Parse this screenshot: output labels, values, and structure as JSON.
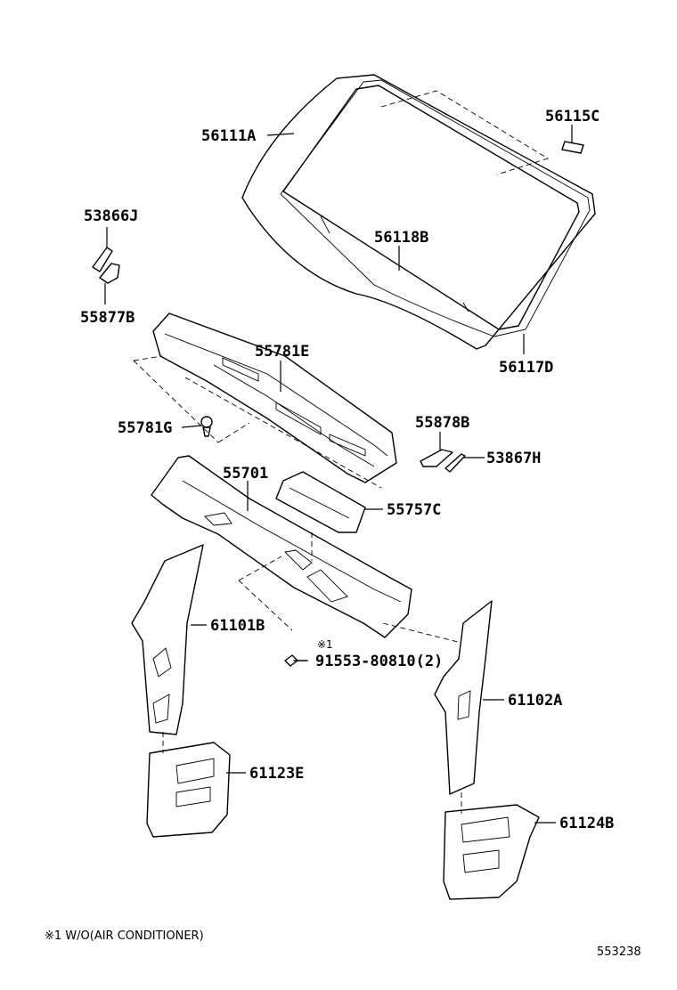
{
  "parts": [
    {
      "id": "56111A",
      "label": "56111A"
    },
    {
      "id": "56115C",
      "label": "56115C"
    },
    {
      "id": "53866J",
      "label": "53866J"
    },
    {
      "id": "56118B",
      "label": "56118B"
    },
    {
      "id": "55877B",
      "label": "55877B"
    },
    {
      "id": "55781E",
      "label": "55781E"
    },
    {
      "id": "56117D",
      "label": "56117D"
    },
    {
      "id": "55781G",
      "label": "55781G"
    },
    {
      "id": "55878B",
      "label": "55878B"
    },
    {
      "id": "53867H",
      "label": "53867H"
    },
    {
      "id": "55701",
      "label": "55701"
    },
    {
      "id": "55757C",
      "label": "55757C"
    },
    {
      "id": "61101B",
      "label": "61101B"
    },
    {
      "id": "91553",
      "label": "91553-80810(2)",
      "mark": "※1"
    },
    {
      "id": "61102A",
      "label": "61102A"
    },
    {
      "id": "61123E",
      "label": "61123E"
    },
    {
      "id": "61124B",
      "label": "61124B"
    }
  ],
  "footnote": "※1 W/O(AIR CONDITIONER)",
  "diagram_number": "553238"
}
